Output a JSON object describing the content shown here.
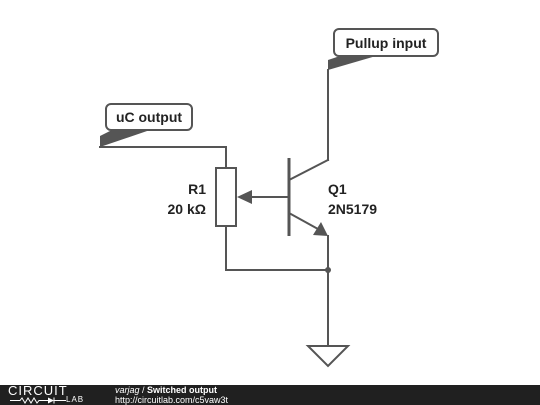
{
  "schematic": {
    "uc_output_label": "uC output",
    "pullup_input_label": "Pullup input",
    "r1_designator": "R1",
    "r1_value": "20 kΩ",
    "q1_designator": "Q1",
    "q1_part": "2N5179"
  },
  "footer": {
    "logo_circuit": "CIRCUIT",
    "logo_lab": "LAB",
    "author": "varjag",
    "separator": " / ",
    "title": "Switched output",
    "url": "http://circuitlab.com/c5vaw3t"
  },
  "colors": {
    "wire": "#555555",
    "footer_bg": "#202020",
    "text": "#222222"
  }
}
